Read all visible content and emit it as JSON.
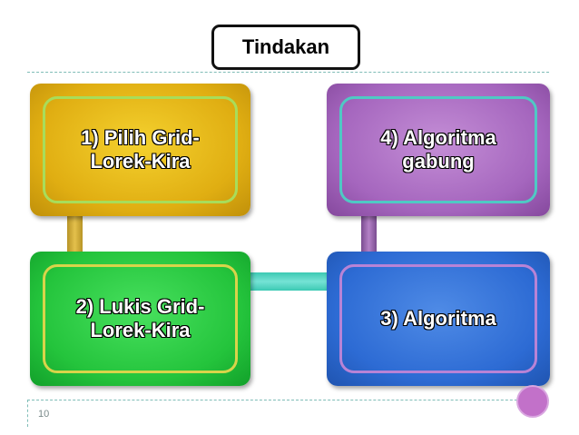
{
  "slide": {
    "title": "Tindakan",
    "page_number": "10"
  },
  "boxes": [
    {
      "label": "1) Pilih Grid-\nLorek-Kira",
      "color": "#e0ae12"
    },
    {
      "label": "2) Lukis Grid-\nLorek-Kira",
      "color": "#24c43c"
    },
    {
      "label": "3) Algoritma",
      "color": "#2d6bd4"
    },
    {
      "label": "4) Algoritma\ngabung",
      "color": "#a566be"
    }
  ],
  "colors": {
    "rule_line": "#7fbdb7",
    "corner_circle": "#c271c9"
  }
}
